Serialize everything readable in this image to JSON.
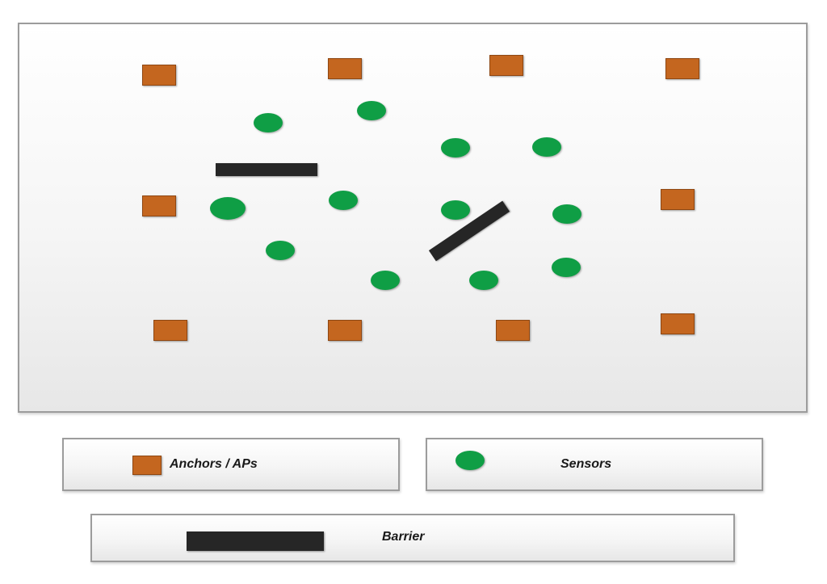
{
  "legend": {
    "anchors_label": "Anchors / APs",
    "sensors_label": "Sensors",
    "barrier_label": "Barrier"
  },
  "colors": {
    "anchor": "#c4661f",
    "sensor": "#0f9e45",
    "barrier": "#262626",
    "panel_border": "#9c9c9c"
  }
}
